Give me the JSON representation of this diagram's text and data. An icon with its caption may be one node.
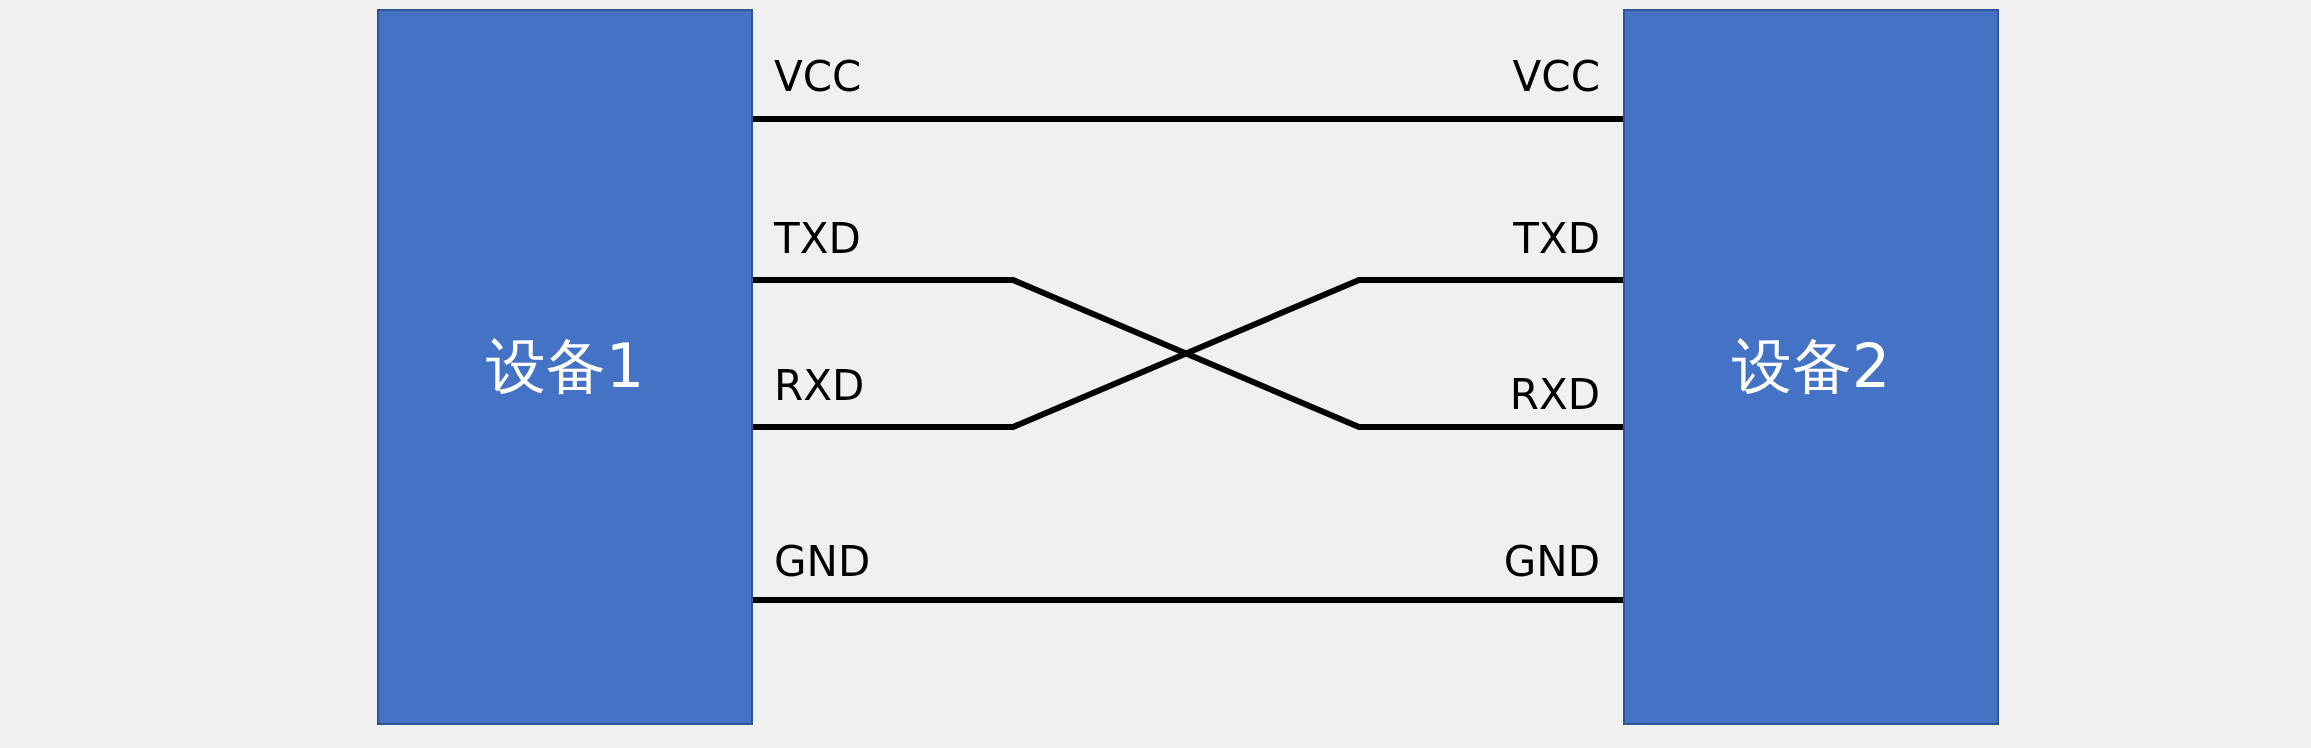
{
  "diagram": {
    "nodes": [
      {
        "text": [
          "设备1"
        ]
      },
      {
        "text": [
          "设备2"
        ]
      }
    ],
    "edges": [
      {
        "from": 0,
        "to": 1,
        "arrow": "none"
      },
      {
        "from": 0,
        "to": 1,
        "arrow": "none"
      },
      {
        "from": 0,
        "to": 1,
        "arrow": "none"
      },
      {
        "from": 0,
        "to": 1,
        "arrow": "none"
      }
    ],
    "labels": [
      "VCC",
      "VCC",
      "TXD",
      "TXD",
      "RXD",
      "RXD",
      "GND",
      "GND"
    ]
  }
}
